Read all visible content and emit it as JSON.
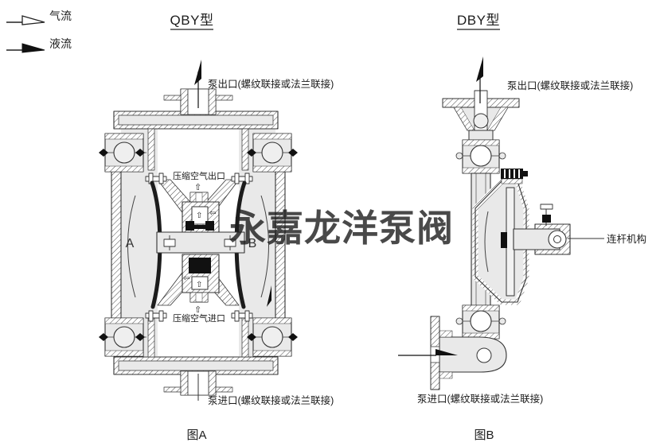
{
  "legend": {
    "air_flow_label": "气流",
    "liquid_flow_label": "液流"
  },
  "figure_a": {
    "title": "QBY型",
    "caption": "图A",
    "outlet_label": "泵出口(螺纹联接或法兰联接)",
    "air_outlet_label": "压缩空气出口",
    "air_inlet_label": "压缩空气进口",
    "inlet_label": "泵进口(螺纹联接或法兰联接)",
    "chamber_a": "A",
    "chamber_b": "B"
  },
  "figure_b": {
    "title": "DBY型",
    "caption": "图B",
    "outlet_label": "泵出口(螺纹联接或法兰联接)",
    "linkage_label": "连杆机构",
    "inlet_label": "泵进口(螺纹联接或法兰联接)"
  },
  "glyphs": {
    "up_arrow": "⇧",
    "left_arrow": "⇦"
  },
  "watermark": {
    "text": "永嘉龙洋泵阀",
    "color": "#b3cbe7"
  },
  "colors": {
    "body_fill": "#e9e9e9",
    "line_color": "#333333"
  }
}
